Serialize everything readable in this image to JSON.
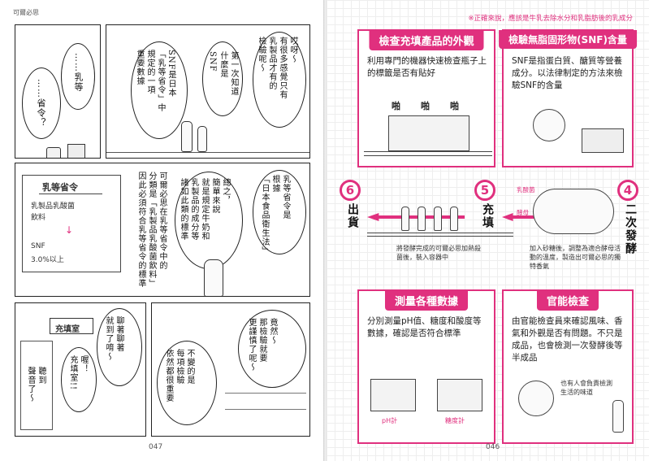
{
  "left_page": {
    "running_head": "可爾必思",
    "folio": "047",
    "panel1": {
      "speech_a": "……乳等",
      "speech_b": "……省令？"
    },
    "panel2": {
      "speech_a": "哎呀～\n有很多感覺只有\n乳製品才有的\n檢驗呢～",
      "speech_b": "第一次知道\n什麼是\nSNF",
      "speech_c": "SNF是日本\n「乳等省令」中\n規定的一項\n重要數據"
    },
    "panel3": {
      "speech_a": "乳等省令是\n根據\n「日本食品衛生法」",
      "speech_b": "總之，\n簡單來說\n就是規定牛奶和\n乳製品的成分等\n諸如此類的標準",
      "speech_c": "可爾必思在乳等省令中的\n分類是「乳製品乳酸菌飲料」\n因此必須符合乳等省令的標準",
      "card_title": "乳等省令",
      "card_line1": "乳製品乳酸菌",
      "card_line2": "飲料",
      "card_line3": "SNF",
      "card_line4": "3.0%以上"
    },
    "panel4": {
      "sign": "充填室",
      "speech_a": "聊著聊著\n就到了唷～",
      "speech_b": "喔！\n充填室!!",
      "speech_c": "聽到\n聲音了～"
    },
    "panel5": {
      "speech_a": "竟然～\n那檢驗就要\n更謹慎了呢～",
      "speech_b": "不變的是\n每項檢驗\n依然都很重要"
    }
  },
  "right_page": {
    "folio": "046",
    "top_note": "※正確來說，應該是牛乳去除水分和乳脂肪後的乳成分",
    "box1": {
      "title": "檢查充填產品的外觀",
      "body": "利用專門的機器快速檢查瓶子上的標籤是否有貼好"
    },
    "box2": {
      "title": "檢驗無脂固形物(SNF)含量",
      "body": "SNF是指蛋白質、醣質等營養成分。以法律制定的方法來檢驗SNF的含量"
    },
    "box3": {
      "title": "測量各種數據",
      "body": "分別測量pH值、糖度和酸度等數據，確認是否符合標準",
      "label_ph": "pH計",
      "label_sugar": "糖度計"
    },
    "box4": {
      "title": "官能檢查",
      "body": "由官能檢查員來確認風味、香氣和外觀是否有問題。不只是成品，也會檢測一次發酵後等半成品",
      "handwrite": "也有人會負責檢測\n生活的味道"
    },
    "steps": [
      {
        "num": "6",
        "label": "出貨"
      },
      {
        "num": "5",
        "label": "充填"
      },
      {
        "num": "4",
        "label": "二次發酵"
      }
    ],
    "clack": "啪",
    "lactic_tag": "乳酸菌",
    "yeast_tag": "酵母",
    "caption_fill": "將發酵完成的可爾必思加熱殺菌後，裝入容器中",
    "caption_ferment": "加入砂糖後，調整為適合酵母活動的溫度，製造出可爾必思的獨特香氣",
    "accent_color": "#e0307e"
  }
}
